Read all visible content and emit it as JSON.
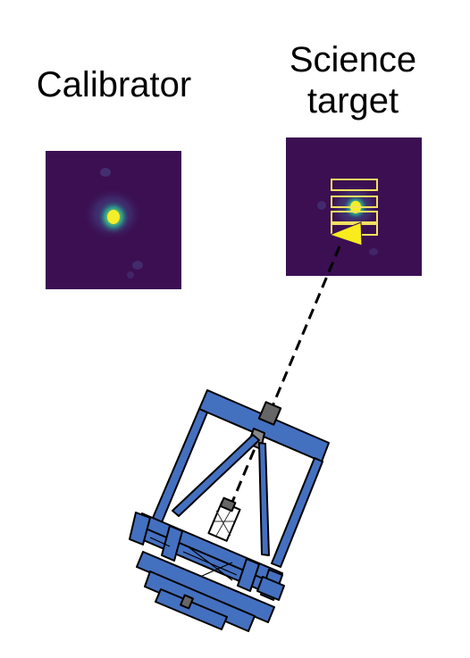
{
  "labels": {
    "calibrator": "Calibrator",
    "science_line1": "Science",
    "science_line2": "target"
  },
  "colors": {
    "image_background": "#3b0f52",
    "source_core": "#f4ee2a",
    "source_mid": "#5ec68a",
    "source_outer": "#2c7f96",
    "slit_outline": "#f4e060",
    "pointer_arrow": "#f8ec1c",
    "telescope_blue": "#4470c0",
    "telescope_outline": "#000000",
    "mount_gray": "#666666",
    "line_of_sight": "#000000"
  },
  "elements": {
    "calibrator_image": "psf-image",
    "science_image": "psf-image-with-slits",
    "slit_count": 4,
    "telescope": "telescope-icon"
  }
}
